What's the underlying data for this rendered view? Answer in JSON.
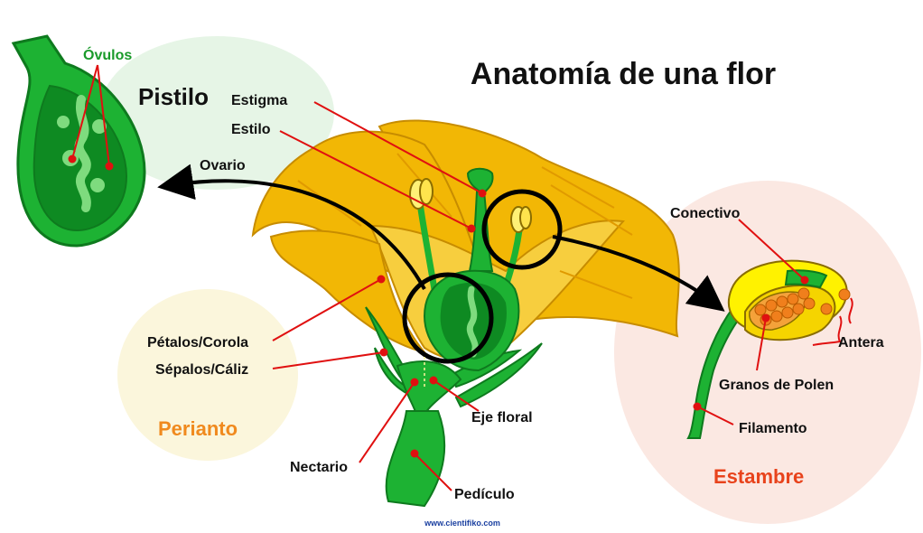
{
  "title": "Anatomía de una flor",
  "sections": {
    "pistilo": "Pistilo",
    "perianto": "Perianto",
    "estambre": "Estambre"
  },
  "labels": {
    "ovulos": "Óvulos",
    "estigma": "Estigma",
    "estilo": "Estilo",
    "ovario": "Ovario",
    "petalos": "Pétalos/Corola",
    "sepalos": "Sépalos/Cáliz",
    "eje_floral": "Eje floral",
    "nectario": "Nectario",
    "pediculo": "Pedículo",
    "conectivo": "Conectivo",
    "antera": "Antera",
    "granos_polen": "Granos de Polen",
    "filamento": "Filamento"
  },
  "credit": "www.cientifiko.com",
  "colors": {
    "petal": "#F2B705",
    "petal_light": "#F7CE3E",
    "green": "#1DB233",
    "green_dark": "#0E7A1E",
    "pointer": "#E01010",
    "pistilo_bg": "#E6F5E6",
    "perianto_bg": "#FBF6DC",
    "estambre_bg": "#FBE8E2",
    "perianto_text": "#F08A1E",
    "estambre_text": "#E8431C",
    "ovulos_text": "#1A9A2A",
    "pollen": "#F07F1C",
    "credit": "#1A3FA0"
  }
}
